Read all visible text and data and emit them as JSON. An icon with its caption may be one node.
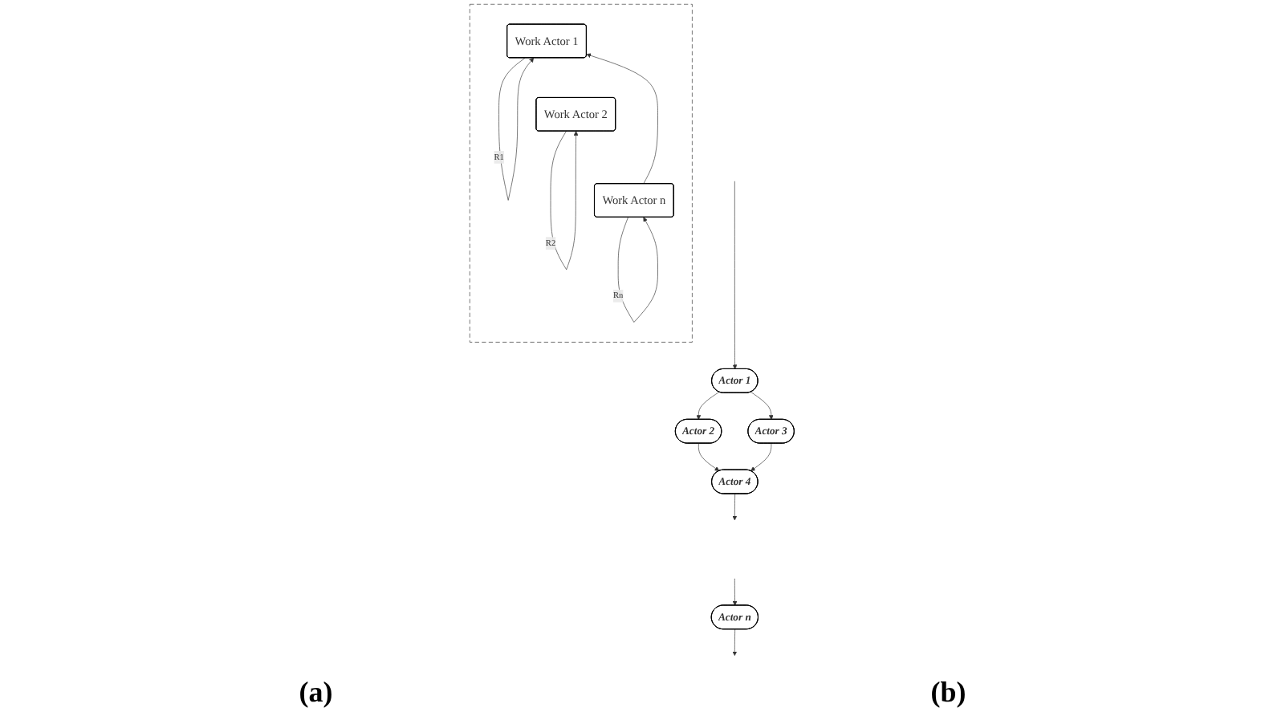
{
  "diagram": {
    "nodes": [
      {
        "text": [
          "Actor 1"
        ]
      },
      {
        "text": [
          "Actor 2"
        ]
      },
      {
        "text": [
          "Actor 3"
        ]
      },
      {
        "text": [
          "Actor 4"
        ]
      },
      {
        "text": [
          "Actor n"
        ]
      },
      {
        "text": [],
        "shape": "box"
      },
      {
        "text": [
          "Work Actor 1"
        ],
        "in": 5
      },
      {
        "text": [
          "Work Actor 2"
        ],
        "in": 5
      },
      {
        "text": [
          "Work Actor n"
        ],
        "in": 5
      }
    ],
    "edges": [
      {
        "from": null,
        "to": 0,
        "arrow": "to"
      },
      {
        "from": 0,
        "to": 1,
        "arrow": "to"
      },
      {
        "from": 0,
        "to": 2,
        "arrow": "to"
      },
      {
        "from": 1,
        "to": 3,
        "arrow": "to"
      },
      {
        "from": 2,
        "to": 3,
        "arrow": "to"
      },
      {
        "from": 3,
        "to": null,
        "arrow": "to"
      },
      {
        "from": null,
        "to": 4,
        "arrow": "to"
      },
      {
        "from": 4,
        "to": null,
        "arrow": "to"
      },
      {
        "from": 6,
        "to": 6,
        "arrow": "to",
        "label": "R1"
      },
      {
        "from": 7,
        "to": 7,
        "arrow": "to",
        "label": "R2"
      },
      {
        "from": 8,
        "to": 8,
        "arrow": "to",
        "label": "Rn"
      },
      {
        "from": 8,
        "to": 6,
        "arrow": "to"
      }
    ],
    "labels": [
      "(a)",
      "(b)"
    ]
  }
}
